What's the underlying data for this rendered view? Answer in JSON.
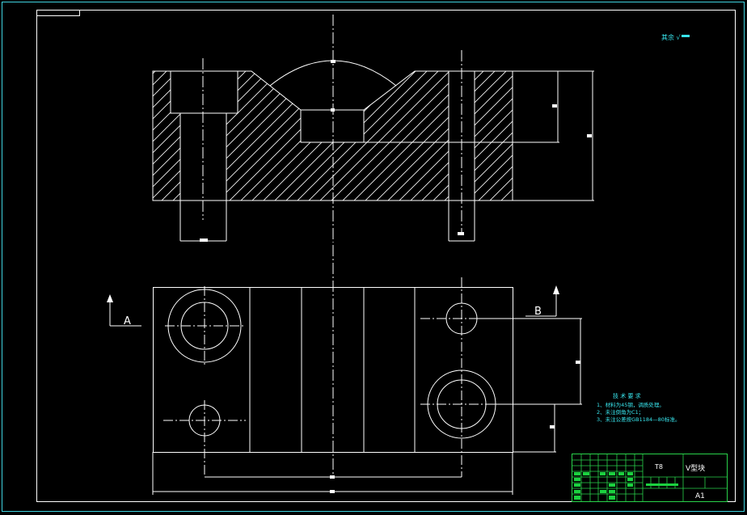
{
  "colors": {
    "background": "#000000",
    "outline": "#ffffff",
    "frame": "#3fd3e0",
    "annotation": "#38e6ee",
    "title_block_lines": "#29d14a",
    "title_block_fill": "#1bd13f"
  },
  "roughness_note": "其余 √",
  "section_label_a": "A",
  "section_label_b": "B",
  "tech_requirements": {
    "heading": "技 术 要 求",
    "items": [
      "1、材料为45钢，调质处理。",
      "2、未注倒角为C1；",
      "3、未注公差按GB1184—80标准。"
    ]
  },
  "title_block": {
    "material": "T8",
    "part_name": "V型块",
    "sheet_size": "A1"
  }
}
